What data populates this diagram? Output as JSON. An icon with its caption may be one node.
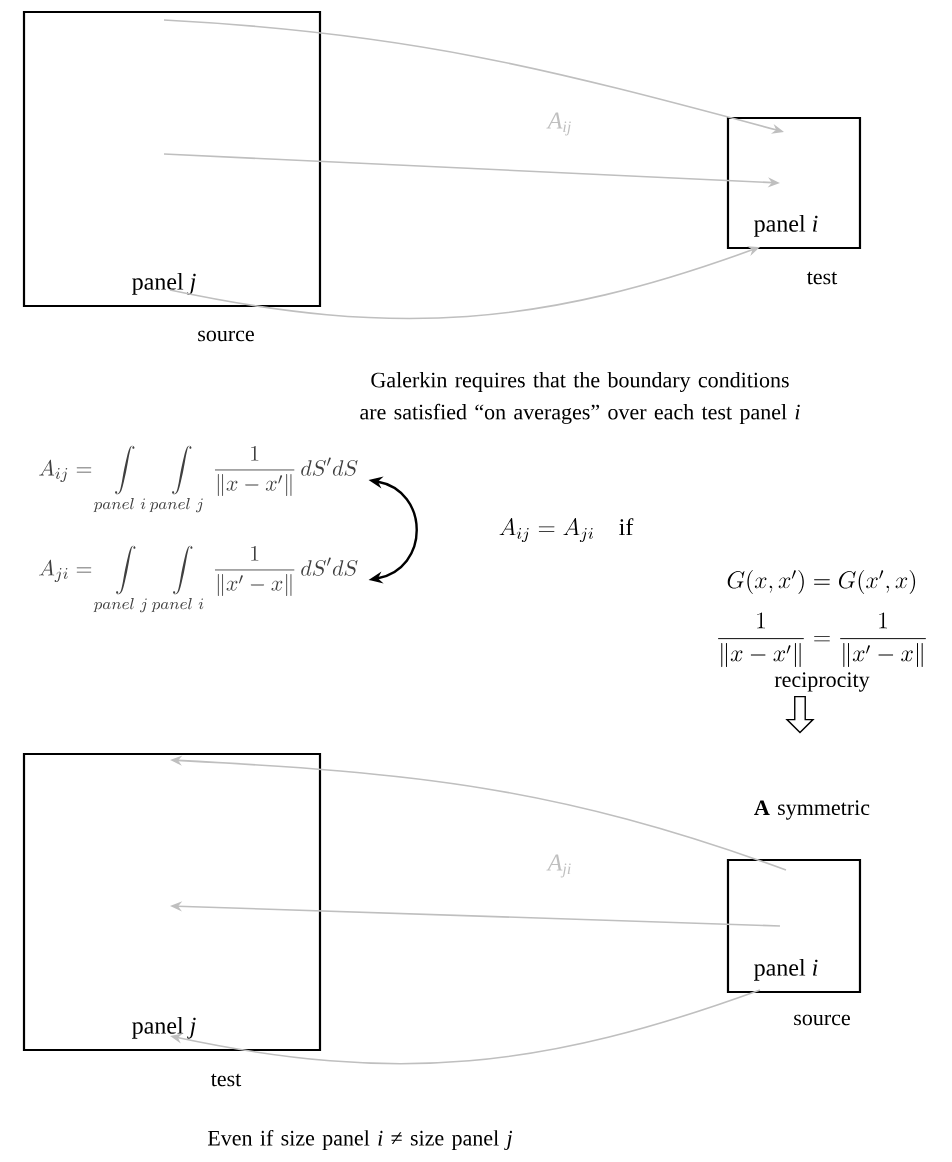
{
  "diagram": {
    "nodes": [
      {
        "text": [
          "panel *j*"
        ],
        "beside": [
          "source"
        ]
      },
      {
        "text": [
          "panel *i*"
        ],
        "beside": [
          "test"
        ]
      },
      {
        "text": [
          "A_{ij} = \\int\\limits_{panel\\ i}\\int\\limits_{panel\\ j}\\frac{1}{\\|x-x'\\|}\\,dS'dS"
        ]
      },
      {
        "text": [
          "A_{ji} = \\int\\limits_{panel\\ j}\\int\\limits_{panel\\ i}\\frac{1}{\\|x'-x\\|}\\,dS'dS"
        ]
      },
      {
        "text": [
          "panel *j*"
        ],
        "beside": [
          "test"
        ]
      },
      {
        "text": [
          "panel *i*"
        ],
        "beside": [
          "source"
        ]
      }
    ],
    "edges": [
      {
        "from": 0,
        "to": 1,
        "arrow": "to",
        "label": "A$_{ij}$"
      },
      {
        "from": 0,
        "to": 1,
        "arrow": "to"
      },
      {
        "from": 0,
        "to": 1,
        "arrow": "to"
      },
      {
        "from": 2,
        "to": 3,
        "arrow": "both",
        "color": "#000000"
      },
      {
        "from": 5,
        "to": 4,
        "arrow": "to",
        "label": "A$_{ji}$"
      },
      {
        "from": 5,
        "to": 4,
        "arrow": "to"
      },
      {
        "from": 5,
        "to": 4,
        "arrow": "to"
      }
    ],
    "labels": [
      "Galerkin requires that the boundary conditions are satisfied “on averages” over each test panel *i*",
      "A_{ij} = A_{ji}\\quad\\mathrm{if}",
      "G(x,x') = G(x',x)",
      "\\frac{1}{\\|x-x'\\|} = \\frac{1}{\\|x'-x\\|}",
      "reciprocity",
      "**A** symmetric",
      "Even if size panel *i* ≠ size panel *j*"
    ]
  }
}
